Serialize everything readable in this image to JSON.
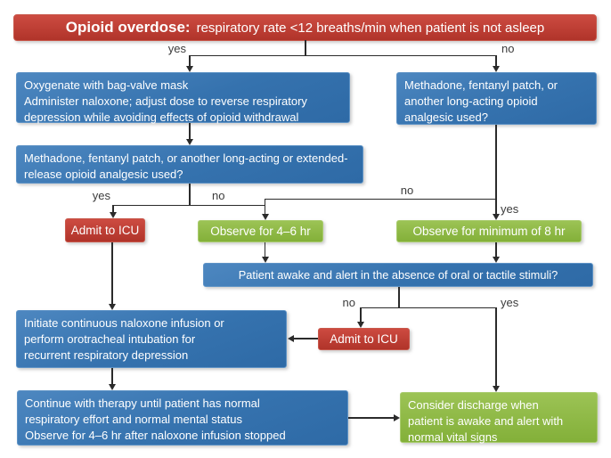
{
  "title": "Opioid overdose management flowchart",
  "colors": {
    "alert_red": "#c0392f",
    "process_blue": "#3572ae",
    "observe_green": "#8cb843",
    "line": "#2b2b2b",
    "text_on_box": "#ffffff",
    "label_text": "#3b3b3b"
  },
  "banner": {
    "title": "Opioid overdose:",
    "subtitle": "respiratory rate <12 breaths/min when patient is not asleep"
  },
  "nodes": {
    "oxygenate": {
      "lines": [
        "Oxygenate with bag-valve mask",
        "Administer naloxone; adjust dose to reverse respiratory depression while avoiding effects of opioid withdrawal"
      ]
    },
    "long_acting_extended": {
      "text": "Methadone, fentanyl patch, or another long-acting or extended-release opioid analgesic used?"
    },
    "long_acting": {
      "lines": [
        "Methadone, fentanyl patch, or",
        "another long-acting opioid",
        "analgesic used?"
      ]
    },
    "admit_icu_primary": {
      "text": "Admit to ICU"
    },
    "observe_4_6": {
      "text": "Observe for 4–6 hr"
    },
    "observe_min_8": {
      "text": "Observe for minimum of 8 hr"
    },
    "awake_alert": {
      "text": "Patient awake and alert in the absence of oral or tactile stimuli?"
    },
    "admit_icu_secondary": {
      "text": "Admit to ICU"
    },
    "naloxone_infusion": {
      "lines": [
        "Initiate continuous naloxone infusion or",
        "perform orotracheal intubation for",
        "recurrent respiratory depression"
      ]
    },
    "continue_therapy": {
      "lines": [
        "Continue with therapy until patient has normal",
        "respiratory effort and normal mental status",
        "Observe for 4–6 hr after naloxone infusion stopped"
      ]
    },
    "discharge": {
      "lines": [
        "Consider discharge when",
        "patient is awake and alert with",
        "normal vital signs"
      ]
    }
  },
  "edge_labels": {
    "top_yes": "yes",
    "top_no": "no",
    "mid_left_yes": "yes",
    "mid_left_no": "no",
    "mid_right_no": "no",
    "mid_right_yes": "yes",
    "lower_no": "no",
    "lower_yes": "yes"
  }
}
